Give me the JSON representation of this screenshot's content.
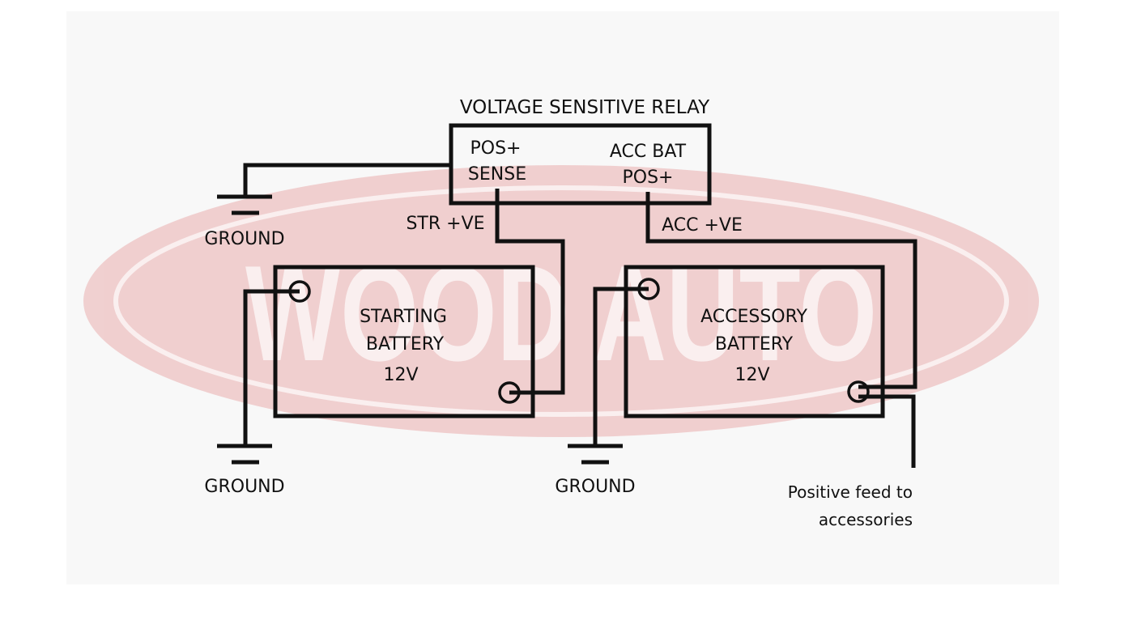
{
  "watermark": {
    "text": "WOOD AUTO",
    "color": "#f0c8c8"
  },
  "relay": {
    "title": "VOLTAGE SENSITIVE RELAY",
    "left_terminal": [
      "POS+",
      "SENSE"
    ],
    "right_terminal": [
      "ACC BAT",
      "POS+"
    ]
  },
  "wire_labels": {
    "start": "STR +VE",
    "accessory": "ACC +VE"
  },
  "starting_battery": {
    "lines": [
      "STARTING",
      "BATTERY",
      "12V"
    ]
  },
  "accessory_battery": {
    "lines": [
      "ACCESSORY",
      "BATTERY",
      "12V"
    ]
  },
  "grounds": [
    "GROUND",
    "GROUND",
    "GROUND"
  ],
  "positive_feed": [
    "Positive feed to",
    "accessories"
  ],
  "colors": {
    "line": "#111111",
    "panel": "#f8f8f8",
    "watermark": "#f0c8c8"
  }
}
